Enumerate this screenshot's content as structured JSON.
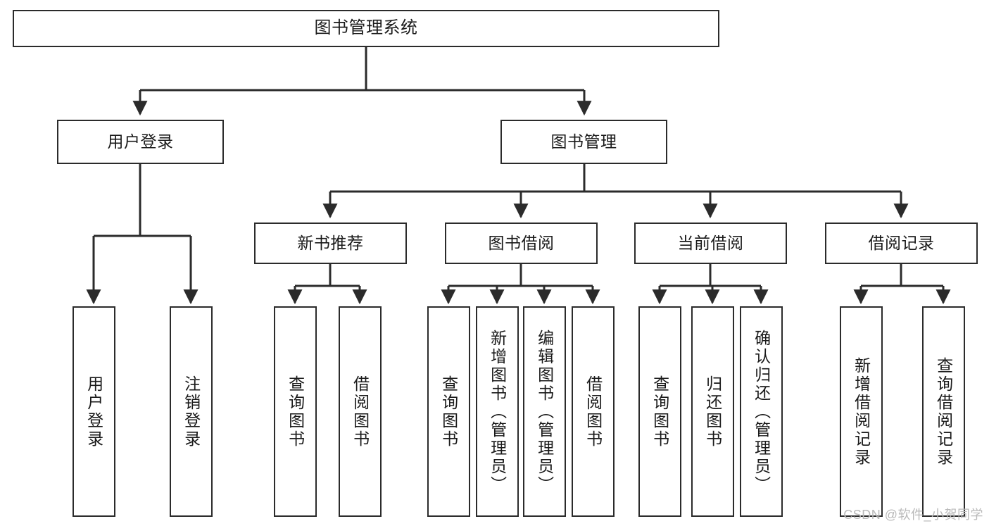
{
  "diagram": {
    "title": "图书管理系统",
    "type": "tree",
    "watermark": "CSDN @软件_小贺同学",
    "colors": {
      "stroke": "#2b2b2b",
      "fill": "#ffffff",
      "text": "#1a1a1a",
      "watermark": "#b9b9b9"
    },
    "nodes": {
      "root": {
        "label": "图书管理系统"
      },
      "level2": [
        {
          "id": "user-login",
          "label": "用户登录"
        },
        {
          "id": "book-manage",
          "label": "图书管理"
        }
      ],
      "level3": [
        {
          "id": "new-book-recommend",
          "label": "新书推荐"
        },
        {
          "id": "book-borrow",
          "label": "图书借阅"
        },
        {
          "id": "current-borrow",
          "label": "当前借阅"
        },
        {
          "id": "borrow-record",
          "label": "借阅记录"
        }
      ],
      "leaves": [
        {
          "id": "leaf-user-login",
          "label": "用户登录",
          "parent": "user-login"
        },
        {
          "id": "leaf-logout",
          "label": "注销登录",
          "parent": "user-login"
        },
        {
          "id": "leaf-query-book-1",
          "label": "查询图书",
          "parent": "new-book-recommend"
        },
        {
          "id": "leaf-borrow-book-1",
          "label": "借阅图书",
          "parent": "new-book-recommend"
        },
        {
          "id": "leaf-query-book-2",
          "label": "查询图书",
          "parent": "book-borrow"
        },
        {
          "id": "leaf-add-book",
          "label": "新增图书（管理员）",
          "parent": "book-borrow"
        },
        {
          "id": "leaf-edit-book",
          "label": "编辑图书（管理员）",
          "parent": "book-borrow"
        },
        {
          "id": "leaf-borrow-book-2",
          "label": "借阅图书",
          "parent": "book-borrow"
        },
        {
          "id": "leaf-query-book-3",
          "label": "查询图书",
          "parent": "current-borrow"
        },
        {
          "id": "leaf-return-book",
          "label": "归还图书",
          "parent": "current-borrow"
        },
        {
          "id": "leaf-confirm-return",
          "label": "确认归还（管理员）",
          "parent": "current-borrow"
        },
        {
          "id": "leaf-add-record",
          "label": "新增借阅记录",
          "parent": "borrow-record"
        },
        {
          "id": "leaf-query-record",
          "label": "查询借阅记录",
          "parent": "borrow-record"
        }
      ]
    }
  }
}
